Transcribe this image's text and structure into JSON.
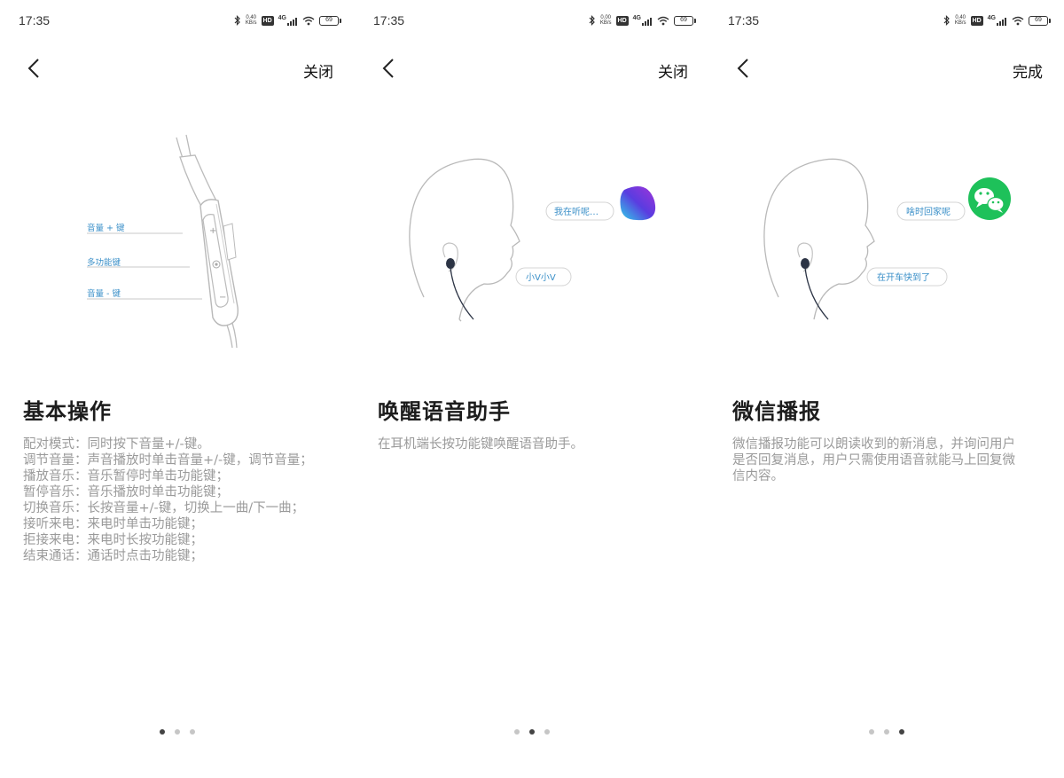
{
  "screens": [
    {
      "status": {
        "time": "17:35",
        "speed_value": "0.40",
        "speed_unit": "KB/s",
        "hd": "HD",
        "network": "4G",
        "battery": "69"
      },
      "nav": {
        "action": "关闭"
      },
      "illustration": {
        "type": "earphone-controls",
        "labels": {
          "vol_up": "音量 + 键",
          "multi": "多功能键",
          "vol_down": "音量 - 键"
        },
        "remote_symbols": {
          "plus": "+",
          "minus": "−"
        }
      },
      "title": "基本操作",
      "desc": [
        "配对模式：同时按下音量+/-键。",
        "调节音量：声音播放时单击音量+/-键，调节音量；",
        "播放音乐：音乐暂停时单击功能键；",
        "暂停音乐：音乐播放时单击功能键；",
        "切换音乐：长按音量+/-键，切换上一曲/下一曲；",
        "接听来电：来电时单击功能键；",
        "拒接来电：来电时长按功能键；",
        "结束通话：通话时点击功能键；"
      ],
      "dots": {
        "count": 3,
        "active": 0
      }
    },
    {
      "status": {
        "time": "17:35",
        "speed_value": "0.00",
        "speed_unit": "KB/s",
        "hd": "HD",
        "network": "4G",
        "battery": "69"
      },
      "nav": {
        "action": "关闭"
      },
      "illustration": {
        "type": "head-voice-assistant",
        "bubble_reply": "我在听呢…",
        "bubble_user": "小V小V",
        "app_icon": "jovi-assistant-icon",
        "icon_colors": [
          "#2fd0e8",
          "#5a3ce0",
          "#a034d8"
        ]
      },
      "title": "唤醒语音助手",
      "desc": [
        "在耳机端长按功能键唤醒语音助手。"
      ],
      "dots": {
        "count": 3,
        "active": 1
      }
    },
    {
      "status": {
        "time": "17:35",
        "speed_value": "0.40",
        "speed_unit": "KB/s",
        "hd": "HD",
        "network": "4G",
        "battery": "69"
      },
      "nav": {
        "action": "完成"
      },
      "illustration": {
        "type": "head-wechat",
        "bubble_reply": "啥时回家呢",
        "bubble_user": "在开车快到了",
        "app_icon": "wechat-icon",
        "icon_colors": [
          "#1ec15a"
        ]
      },
      "title": "微信播报",
      "desc": [
        "微信播报功能可以朗读收到的新消息，并询问用户",
        "是否回复消息，用户只需使用语音就能马上回复微",
        "信内容。"
      ],
      "dots": {
        "count": 3,
        "active": 2
      }
    }
  ],
  "colors": {
    "bubble_text": "#3a8fc8",
    "label_text": "#3a8fc8",
    "line_art": "#b9b9b9"
  }
}
